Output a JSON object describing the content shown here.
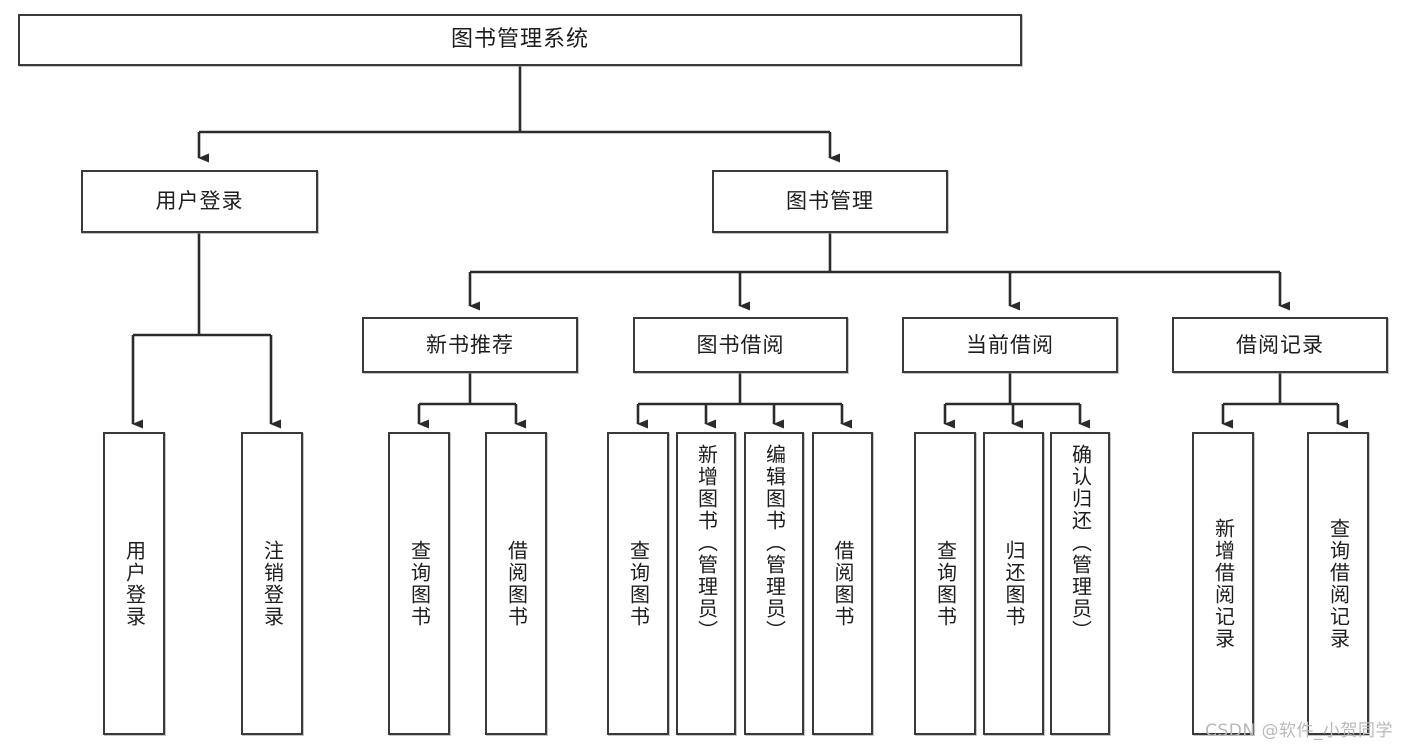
{
  "diagram": {
    "type": "tree-hierarchy",
    "title": "图书管理系统",
    "root": {
      "label": "图书管理系统"
    },
    "level1": [
      {
        "label": "用户登录"
      },
      {
        "label": "图书管理"
      }
    ],
    "level2": [
      {
        "label": "新书推荐"
      },
      {
        "label": "图书借阅"
      },
      {
        "label": "当前借阅"
      },
      {
        "label": "借阅记录"
      }
    ],
    "leaves": {
      "user_login": [
        {
          "label": "用户登录"
        },
        {
          "label": "注销登录"
        }
      ],
      "new_book_recommend": [
        {
          "label": "查询图书"
        },
        {
          "label": "借阅图书"
        }
      ],
      "book_borrow": [
        {
          "label": "查询图书"
        },
        {
          "label": "新增图书（管理员）"
        },
        {
          "label": "编辑图书（管理员）"
        },
        {
          "label": "借阅图书"
        }
      ],
      "current_borrow": [
        {
          "label": "查询图书"
        },
        {
          "label": "归还图书"
        },
        {
          "label": "确认归还（管理员）"
        }
      ],
      "borrow_record": [
        {
          "label": "新增借阅记录"
        },
        {
          "label": "查询借阅记录"
        }
      ]
    }
  },
  "watermark": {
    "text": "CSDN @软件_小贺同学"
  },
  "colors": {
    "box_border": "#3a3a3a",
    "box_fill": "#ffffff",
    "wire": "#2b2b2b",
    "text": "#1d1d1d",
    "watermark": "#b9b9b9"
  }
}
